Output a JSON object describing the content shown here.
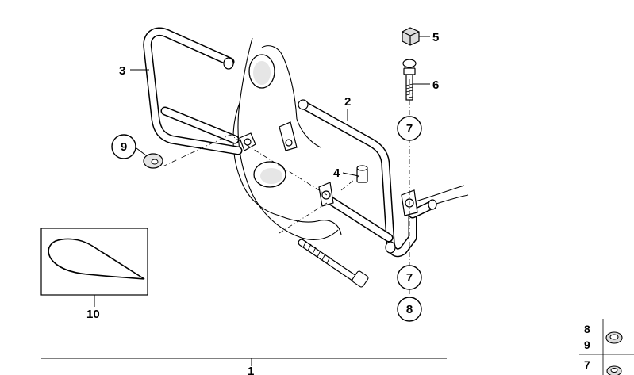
{
  "callouts": {
    "c1": "1",
    "c2": "2",
    "c3": "3",
    "c4": "4",
    "c5": "5",
    "c6": "6",
    "c7a": "7",
    "c7b": "7",
    "c8": "8",
    "c9": "9",
    "c10": "10"
  },
  "legend": {
    "row1_a": "8",
    "row1_b": "9",
    "row2": "7"
  }
}
